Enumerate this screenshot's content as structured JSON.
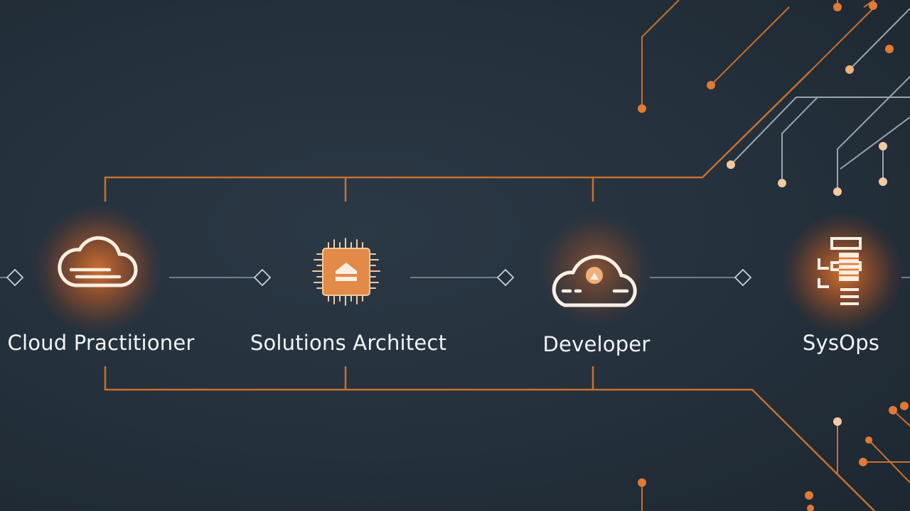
{
  "roadmap": {
    "steps": [
      {
        "label": "Cloud Practitioner",
        "icon": "cloud-icon"
      },
      {
        "label": "Solutions Architect",
        "icon": "chip-icon"
      },
      {
        "label": "Developer",
        "icon": "cloud-upload-icon"
      },
      {
        "label": "SysOps",
        "icon": "server-stack-icon"
      }
    ]
  },
  "colors": {
    "background": "#24303b",
    "accent": "#e07a35",
    "connector": "#8a96a3",
    "text": "#f2f4f6"
  }
}
